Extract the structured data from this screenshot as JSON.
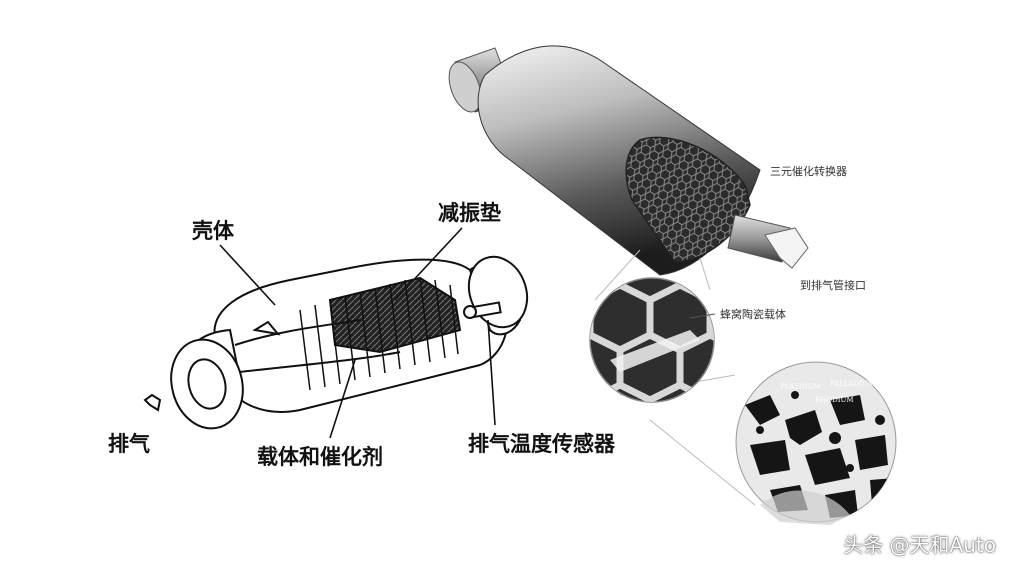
{
  "left_diagram": {
    "labels": {
      "shell": "壳体",
      "damping_pad": "减振垫",
      "exhaust": "排气",
      "carrier_catalyst": "载体和催化剂",
      "exhaust_temp_sensor": "排气温度传感器"
    }
  },
  "right_diagram": {
    "labels": {
      "three_way_converter": "三元催化转换器",
      "to_exhaust_pipe": "到排气管接口",
      "ceramic_carrier": "蜂窝陶瓷载体"
    }
  },
  "micro_labels": [
    "PLATINUM",
    "PALLADIUM",
    "RHODIUM"
  ],
  "watermark": "头条 @天和Auto",
  "colors": {
    "line": "#111111",
    "metal_light": "#e8e8e8",
    "metal_dark": "#2a2a2a",
    "background": "#ffffff"
  }
}
